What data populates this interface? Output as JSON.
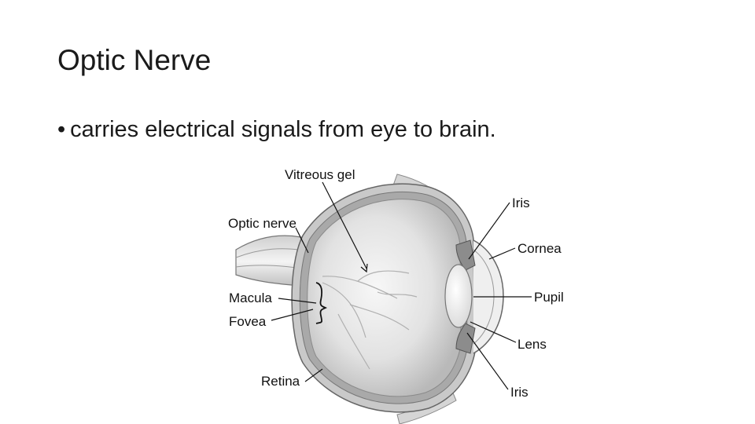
{
  "slide": {
    "title": "Optic Nerve",
    "bullets": [
      {
        "marker": "•",
        "text": "carries electrical signals from eye to brain."
      }
    ]
  },
  "diagram": {
    "labels": {
      "vitreous_gel": "Vitreous gel",
      "optic_nerve": "Optic nerve",
      "macula": "Macula",
      "fovea": "Fovea",
      "retina": "Retina",
      "iris_top": "Iris",
      "cornea": "Cornea",
      "pupil": "Pupil",
      "lens": "Lens",
      "iris_bottom": "Iris"
    }
  }
}
